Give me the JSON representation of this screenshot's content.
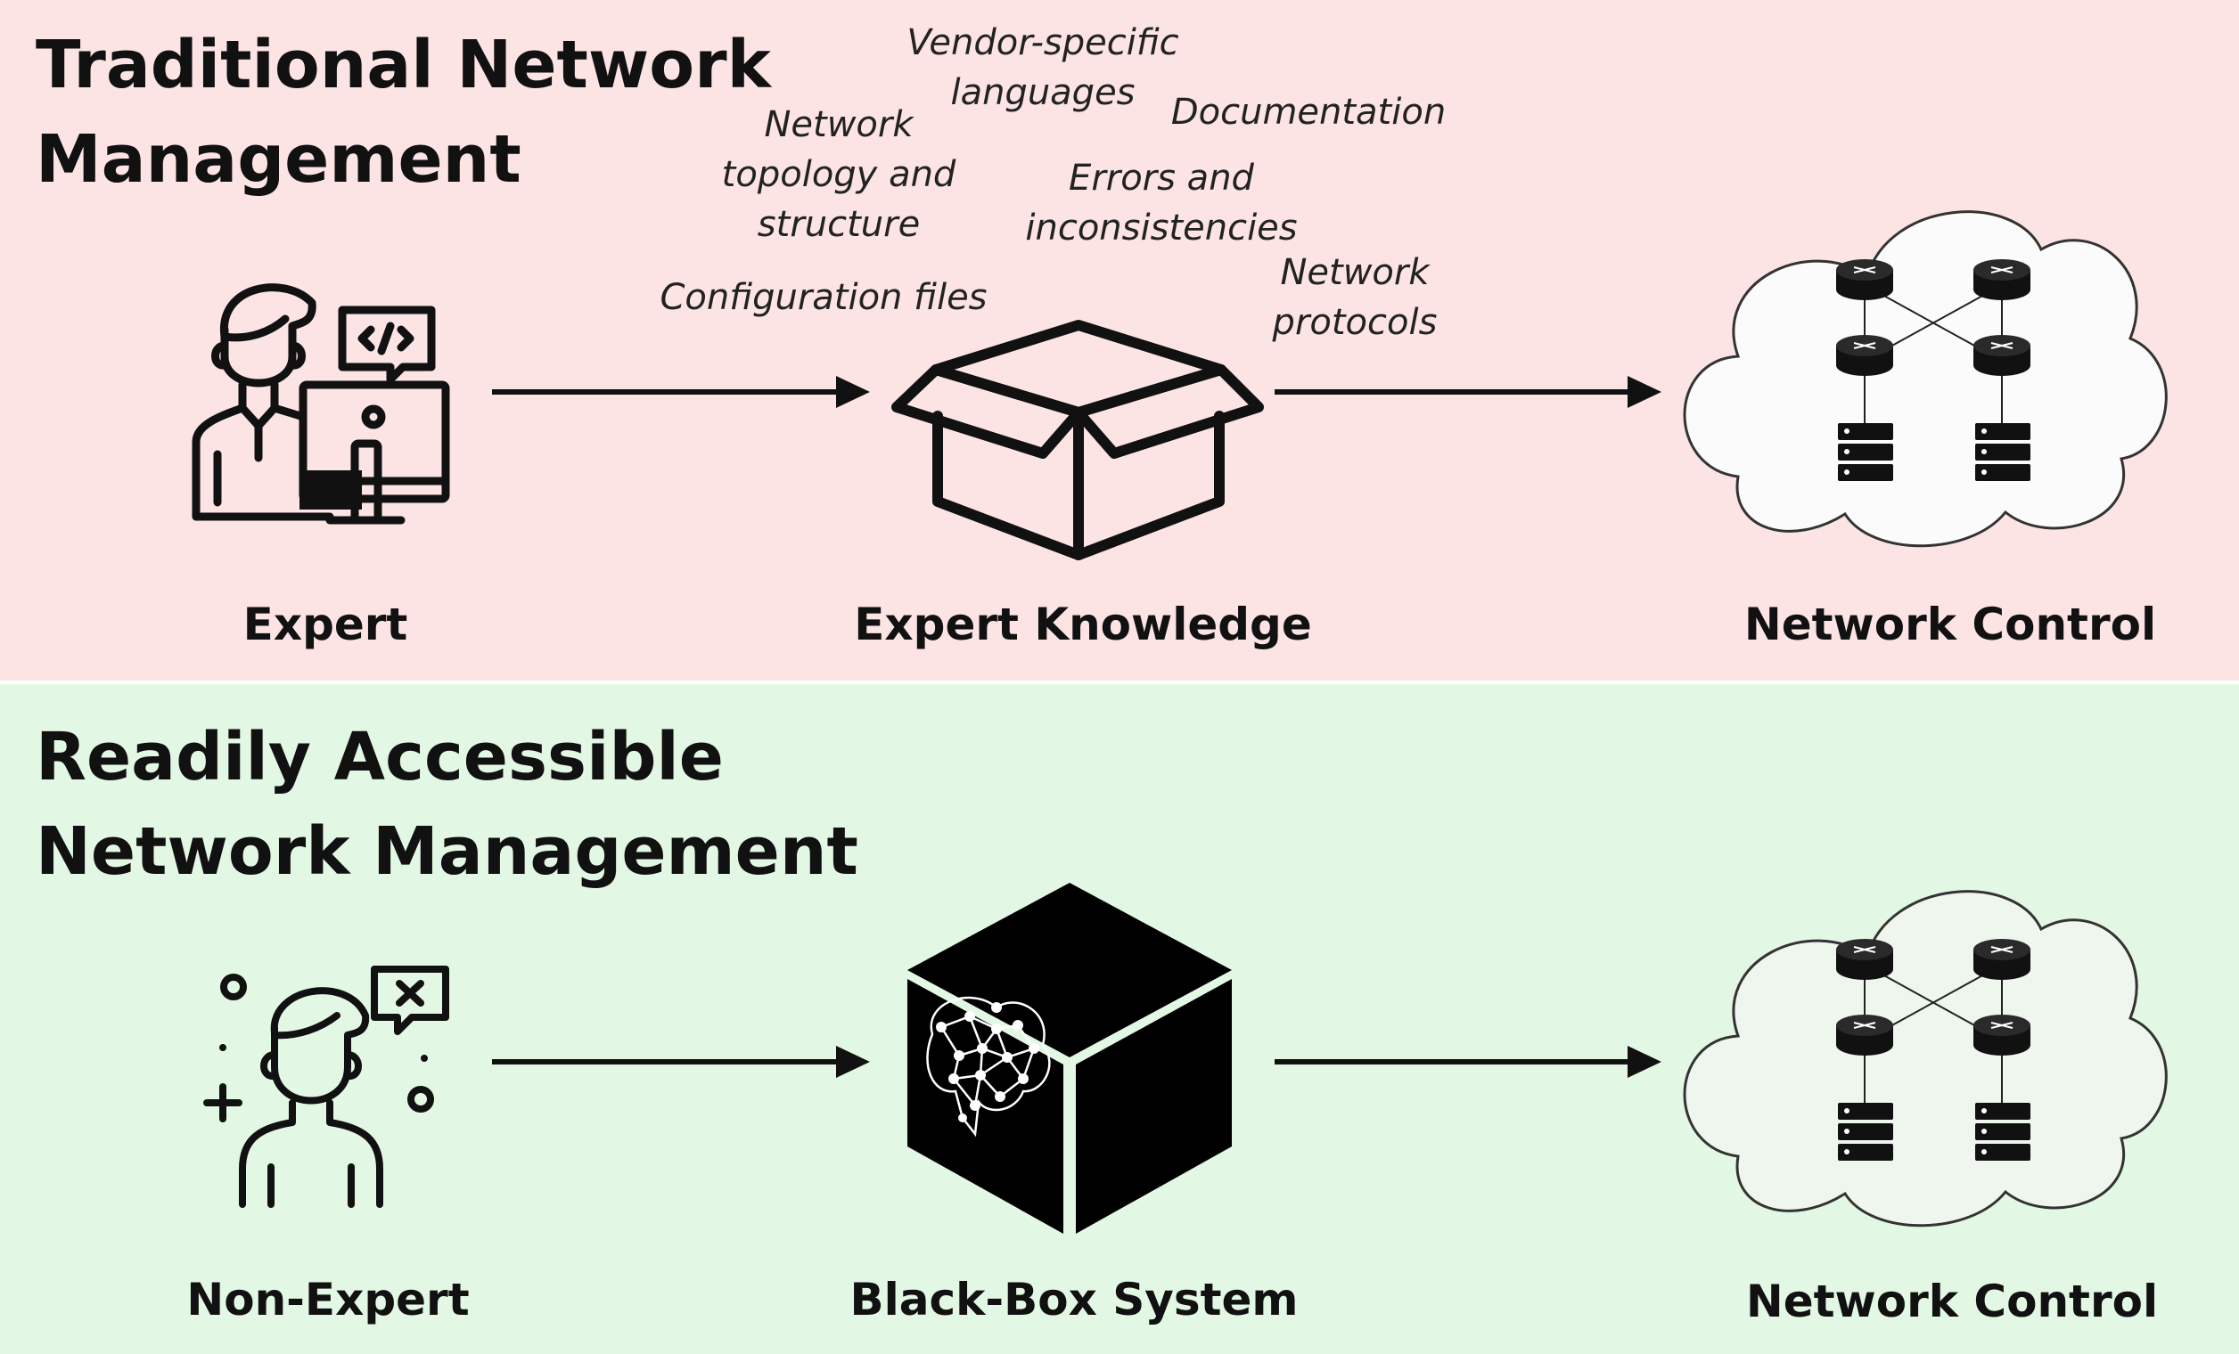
{
  "colors": {
    "top_panel_bg": "#fce4e4",
    "bottom_panel_bg": "#e3f8e4",
    "ink": "#111111"
  },
  "top": {
    "title_lines": [
      "Traditional Network",
      "Management"
    ],
    "captions": {
      "expert": "Expert",
      "knowledge": "Expert Knowledge",
      "network": "Network Control"
    },
    "keywords": {
      "vendor": [
        "Vendor-specific",
        "languages"
      ],
      "topology": [
        "Network",
        "topology and",
        "structure"
      ],
      "documentation": [
        "Documentation"
      ],
      "errors": [
        "Errors and",
        "inconsistencies"
      ],
      "config": [
        "Configuration files"
      ],
      "protocols": [
        "Network",
        "protocols"
      ]
    },
    "icons": [
      "expert-at-computer-icon",
      "open-box-icon",
      "network-cloud-icon"
    ]
  },
  "bottom": {
    "title_lines": [
      "Readily Accessible",
      "Network Management"
    ],
    "captions": {
      "nonexpert": "Non-Expert",
      "blackbox": "Black-Box System",
      "network": "Network Control"
    },
    "icons": [
      "confused-person-icon",
      "black-box-brain-icon",
      "network-cloud-icon"
    ]
  }
}
